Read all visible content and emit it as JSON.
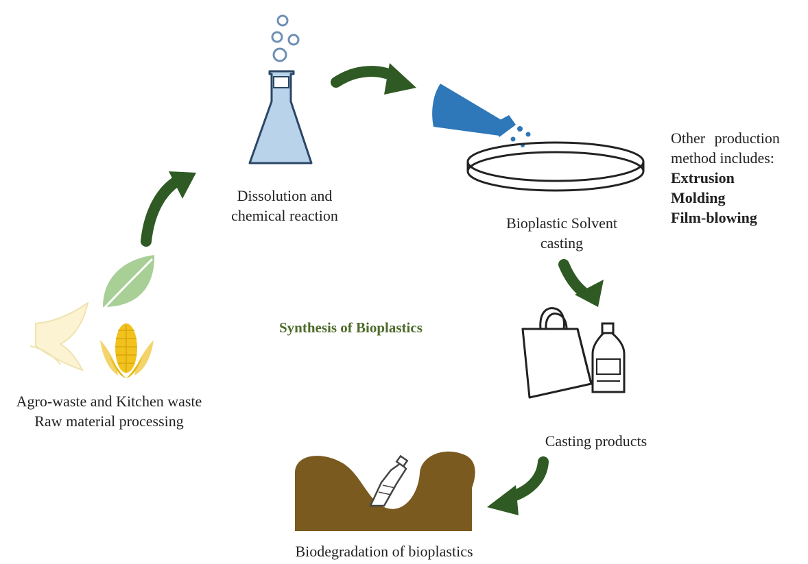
{
  "center_title": "Synthesis of Bioplastics",
  "steps": {
    "raw": {
      "line1": "Agro-waste and Kitchen waste",
      "line2": "Raw material processing"
    },
    "dissolution": {
      "line1": "Dissolution and",
      "line2": "chemical reaction"
    },
    "casting": {
      "line1": "Bioplastic Solvent",
      "line2": "casting"
    },
    "products": {
      "line1": "Casting products"
    },
    "biodegradation": {
      "line1": "Biodegradation of bioplastics"
    }
  },
  "other_methods": {
    "intro_line1": "Other production",
    "intro_line2": "method includes:",
    "methods": [
      "Extrusion",
      "Molding",
      "Film-blowing"
    ]
  },
  "colors": {
    "arrow": "#2f5a24",
    "title": "#4d6b2a",
    "flask_fill": "#b9d3ea",
    "beaker_blue": "#2e77b8",
    "soil": "#7a5a1e",
    "leaf": "#a8cf96",
    "corn": "#f2c21c"
  },
  "icons": [
    "leaf-icon",
    "banana-peel-icon",
    "corn-icon",
    "flask-icon",
    "pouring-beaker-icon",
    "petri-dish-icon",
    "shopping-bag-icon",
    "bottle-icon",
    "soil-icon",
    "buried-bottle-icon"
  ]
}
